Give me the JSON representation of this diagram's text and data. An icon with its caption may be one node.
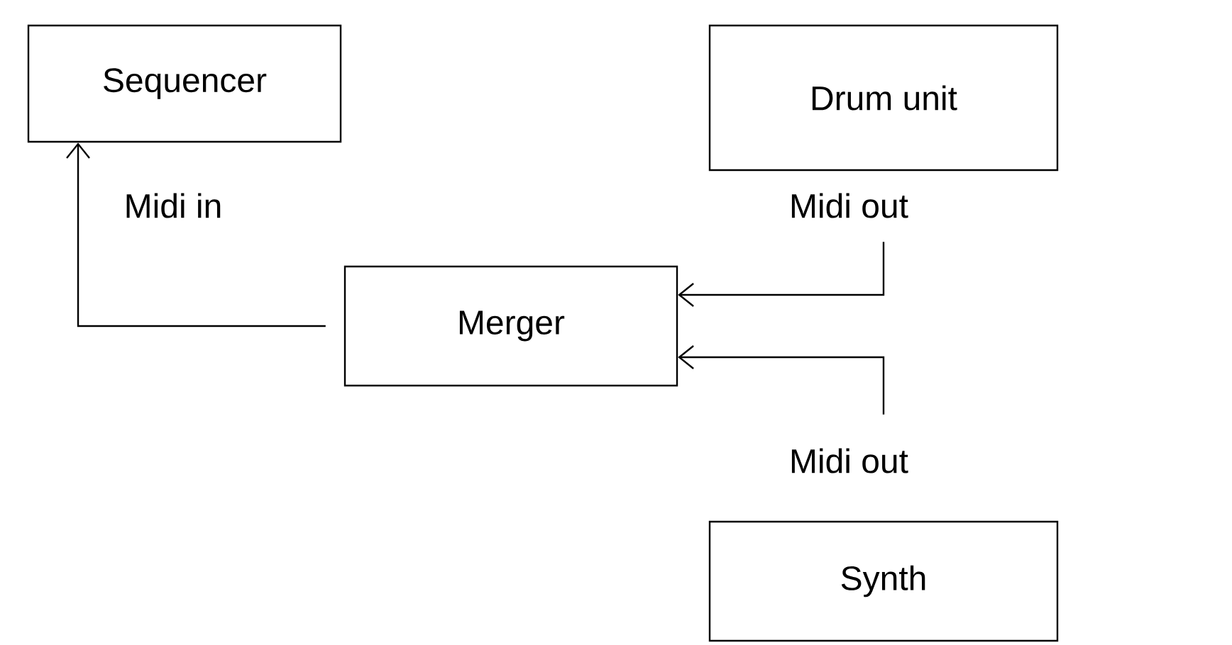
{
  "diagram": {
    "nodes": [
      {
        "text": [
          "Sequencer"
        ],
        "beside": [
          "Midi in"
        ]
      },
      {
        "text": [
          "Drum unit"
        ],
        "beside": [
          "Midi out"
        ]
      },
      {
        "text": [
          "Merger"
        ]
      },
      {
        "text": [
          "Synth"
        ],
        "beside": [
          "Midi out"
        ]
      }
    ],
    "edges": [
      {
        "from": 1,
        "to": 2,
        "arrow": "to"
      },
      {
        "from": 3,
        "to": 2,
        "arrow": "to"
      },
      {
        "from": 2,
        "to": 0,
        "arrow": "to"
      }
    ]
  }
}
